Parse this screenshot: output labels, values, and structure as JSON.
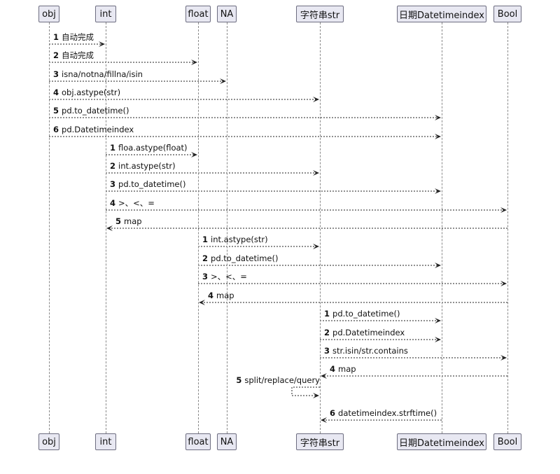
{
  "participants": [
    {
      "id": "obj",
      "label": "obj"
    },
    {
      "id": "int",
      "label": "int"
    },
    {
      "id": "float",
      "label": "float"
    },
    {
      "id": "na",
      "label": "NA"
    },
    {
      "id": "str",
      "label": "字符串str"
    },
    {
      "id": "dt",
      "label": "日期Datetimeindex"
    },
    {
      "id": "bool",
      "label": "Bool"
    }
  ],
  "messages": [
    {
      "from": "obj",
      "to": "int",
      "num": "1",
      "text": "自动完成"
    },
    {
      "from": "obj",
      "to": "float",
      "num": "2",
      "text": "自动完成"
    },
    {
      "from": "obj",
      "to": "na",
      "num": "3",
      "text": "isna/notna/fillna/isin"
    },
    {
      "from": "obj",
      "to": "str",
      "num": "4",
      "text": "obj.astype(str)"
    },
    {
      "from": "obj",
      "to": "dt",
      "num": "5",
      "text": "pd.to_datetime()"
    },
    {
      "from": "obj",
      "to": "dt",
      "num": "6",
      "text": "pd.Datetimeindex"
    },
    {
      "from": "int",
      "to": "float",
      "num": "1",
      "text": "floa.astype(float)"
    },
    {
      "from": "int",
      "to": "str",
      "num": "2",
      "text": "int.astype(str)"
    },
    {
      "from": "int",
      "to": "dt",
      "num": "3",
      "text": "pd.to_datetime()"
    },
    {
      "from": "int",
      "to": "bool",
      "num": "4",
      "text": ">、<、="
    },
    {
      "from": "bool",
      "to": "int",
      "num": "5",
      "text": "map"
    },
    {
      "from": "float",
      "to": "str",
      "num": "1",
      "text": "int.astype(str)"
    },
    {
      "from": "float",
      "to": "dt",
      "num": "2",
      "text": "pd.to_datetime()"
    },
    {
      "from": "float",
      "to": "bool",
      "num": "3",
      "text": ">、<、="
    },
    {
      "from": "bool",
      "to": "float",
      "num": "4",
      "text": "map"
    },
    {
      "from": "str",
      "to": "dt",
      "num": "1",
      "text": "pd.to_datetime()"
    },
    {
      "from": "str",
      "to": "dt",
      "num": "2",
      "text": "pd.Datetimeindex"
    },
    {
      "from": "str",
      "to": "bool",
      "num": "3",
      "text": "str.isin/str.contains"
    },
    {
      "from": "bool",
      "to": "str",
      "num": "4",
      "text": "map"
    },
    {
      "from": "str",
      "to": "str",
      "num": "5",
      "text": "split/replace/query"
    },
    {
      "from": "dt",
      "to": "str",
      "num": "6",
      "text": "datetimeindex.strftime()"
    }
  ]
}
